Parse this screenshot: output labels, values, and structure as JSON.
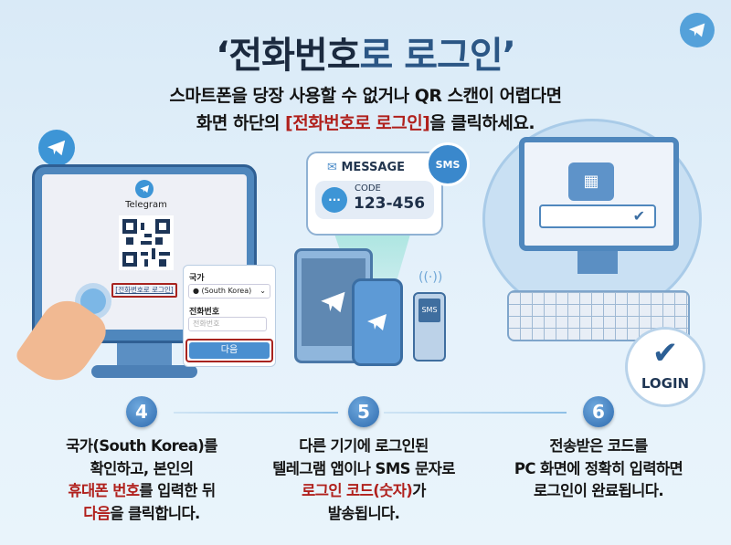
{
  "header": {
    "title_dark": "‘전화번호",
    "title_blue": "로 로그인’",
    "line1": "스마트폰을 당장 사용할 수 없거나 QR 스캔이 어렵다면",
    "line2_pre": "화면 하단의 ",
    "line2_red": "[전화번호로 로그인]",
    "line2_post": "을 클릭하세요."
  },
  "pc_screen": {
    "app_name": "Telegram",
    "phone_login_link": "[전화번호로 로그인]"
  },
  "popup": {
    "country_label": "국가",
    "country_value": "(South Korea)",
    "phone_label": "전화번호",
    "phone_placeholder": "전화번호",
    "next_button": "다음"
  },
  "message": {
    "header": "MESSAGE",
    "code_label": "CODE",
    "code_value": "123-456",
    "sms_badge": "SMS",
    "feature_phone_sms": "SMS"
  },
  "login_badge": "LOGIN",
  "steps": [
    {
      "number": "4",
      "lines": [
        [
          "국가(South Korea)를",
          ""
        ],
        [
          "확인하고, 본인의",
          ""
        ]
      ],
      "line3_red": "휴대폰 번호",
      "line3_post": "를 입력한 뒤",
      "line4_red": "다음",
      "line4_post": "을 클릭합니다."
    },
    {
      "number": "5",
      "line1": "다른 기기에 로그인된",
      "line2": "텔레그램 앱이나 SMS 문자로",
      "line3_red": "로그인 코드(숫자)",
      "line3_post": "가",
      "line4": "발송됩니다."
    },
    {
      "number": "6",
      "line1": "전송받은 코드를",
      "line2": "PC 화면에 정확히 입력하면",
      "line3": "로그인이 완료됩니다."
    }
  ],
  "colors": {
    "accent": "#3d95d6",
    "highlight": "#b0201c",
    "title": "#1b2a3f"
  }
}
